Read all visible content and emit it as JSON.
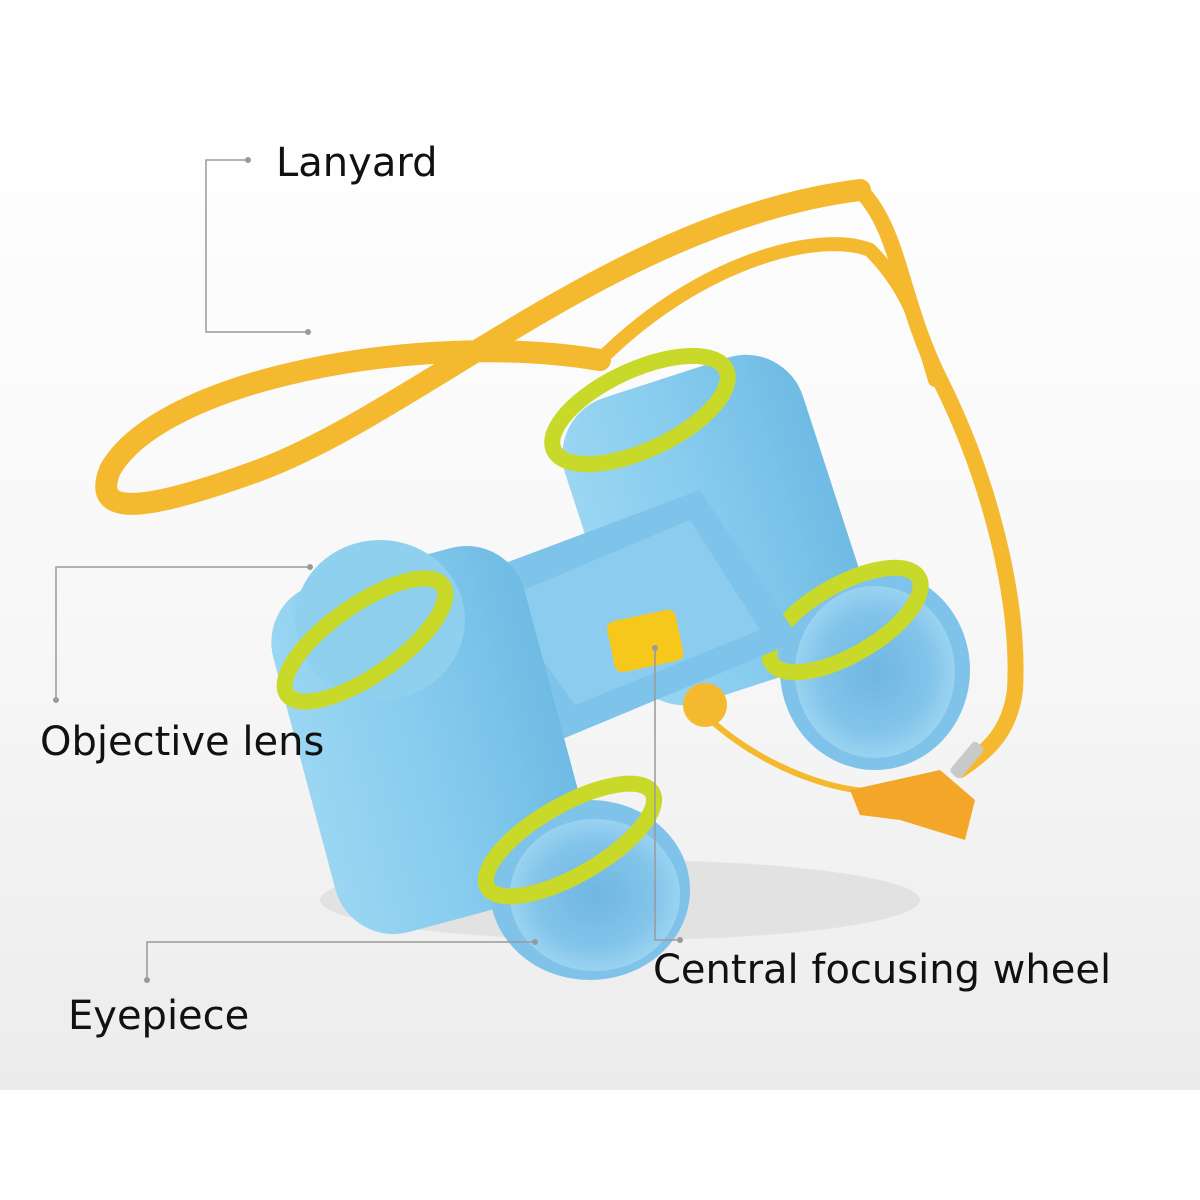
{
  "labels": {
    "lanyard": "Lanyard",
    "objective_lens": "Objective lens",
    "eyepiece": "Eyepiece",
    "central_focusing_wheel": "Central focusing wheel"
  },
  "colors": {
    "body_blue": "#8fd0ef",
    "body_blue_dark": "#5db3df",
    "ring_yellow_green": "#c8d92a",
    "strap_yellow": "#f4b92e",
    "leader_line": "#9a9a9a"
  }
}
